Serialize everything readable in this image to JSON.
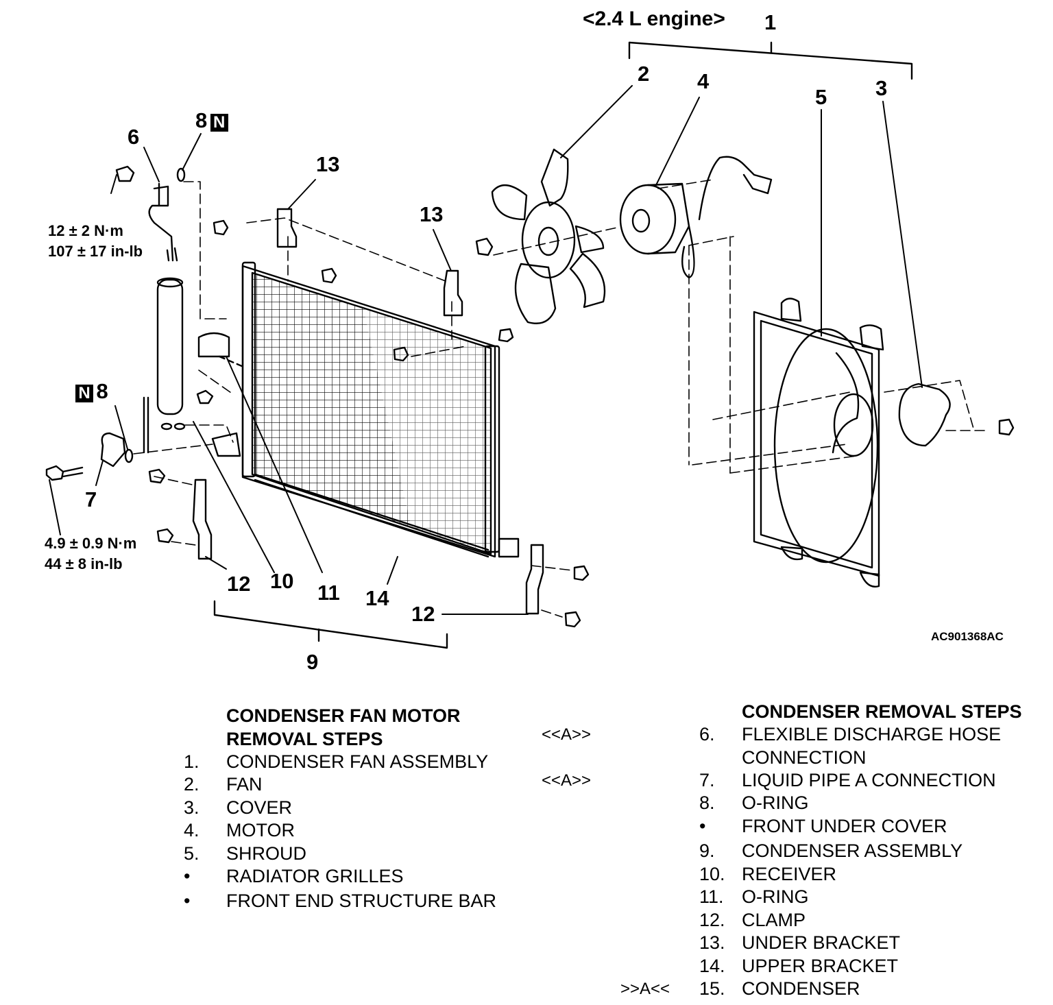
{
  "diagram": {
    "title": "<2.4 L engine>",
    "figure_id": "AC901368AC",
    "callouts": {
      "c1": "1",
      "c2": "2",
      "c3": "3",
      "c4": "4",
      "c5": "5",
      "c6": "6",
      "c8_top": "8",
      "c8_left": "8",
      "c7": "7",
      "c9": "9",
      "c10": "10",
      "c11": "11",
      "c12_left": "12",
      "c12_right": "12",
      "c13_left": "13",
      "c13_right": "13",
      "c14": "14"
    },
    "n_badge": "N",
    "torque_upper": {
      "line1": "12 ± 2 N·m",
      "line2": "107 ± 17 in-lb"
    },
    "torque_lower": {
      "line1": "4.9 ± 0.9 N·m",
      "line2": "44 ± 8 in-lb"
    }
  },
  "legend_left": {
    "heading1": "CONDENSER FAN MOTOR",
    "heading2": "REMOVAL STEPS",
    "items": [
      {
        "num": "1.",
        "text": "CONDENSER FAN ASSEMBLY"
      },
      {
        "num": "2.",
        "text": "FAN"
      },
      {
        "num": "3.",
        "text": "COVER"
      },
      {
        "num": "4.",
        "text": "MOTOR"
      },
      {
        "num": "5.",
        "text": "SHROUD"
      },
      {
        "num": "•",
        "text": "RADIATOR GRILLES"
      },
      {
        "num": "•",
        "text": "FRONT END STRUCTURE BAR"
      }
    ]
  },
  "legend_right": {
    "heading": "CONDENSER REMOVAL STEPS",
    "items": [
      {
        "marker": "<<A>>",
        "num": "6.",
        "text": "FLEXIBLE DISCHARGE HOSE"
      },
      {
        "marker": "",
        "num": "",
        "text": "CONNECTION"
      },
      {
        "marker": "<<A>>",
        "num": "7.",
        "text": "LIQUID PIPE A CONNECTION"
      },
      {
        "marker": "",
        "num": "8.",
        "text": "O-RING"
      },
      {
        "marker": "",
        "num": "•",
        "text": "FRONT UNDER COVER"
      },
      {
        "marker": "",
        "num": "9.",
        "text": "CONDENSER ASSEMBLY"
      },
      {
        "marker": "",
        "num": "10.",
        "text": "RECEIVER"
      },
      {
        "marker": "",
        "num": "11.",
        "text": "O-RING"
      },
      {
        "marker": "",
        "num": "12.",
        "text": "CLAMP"
      },
      {
        "marker": "",
        "num": "13.",
        "text": "UNDER BRACKET"
      },
      {
        "marker": "",
        "num": "14.",
        "text": "UPPER BRACKET"
      },
      {
        "marker": ">>A<<",
        "num": "15.",
        "text": "CONDENSER"
      }
    ]
  }
}
